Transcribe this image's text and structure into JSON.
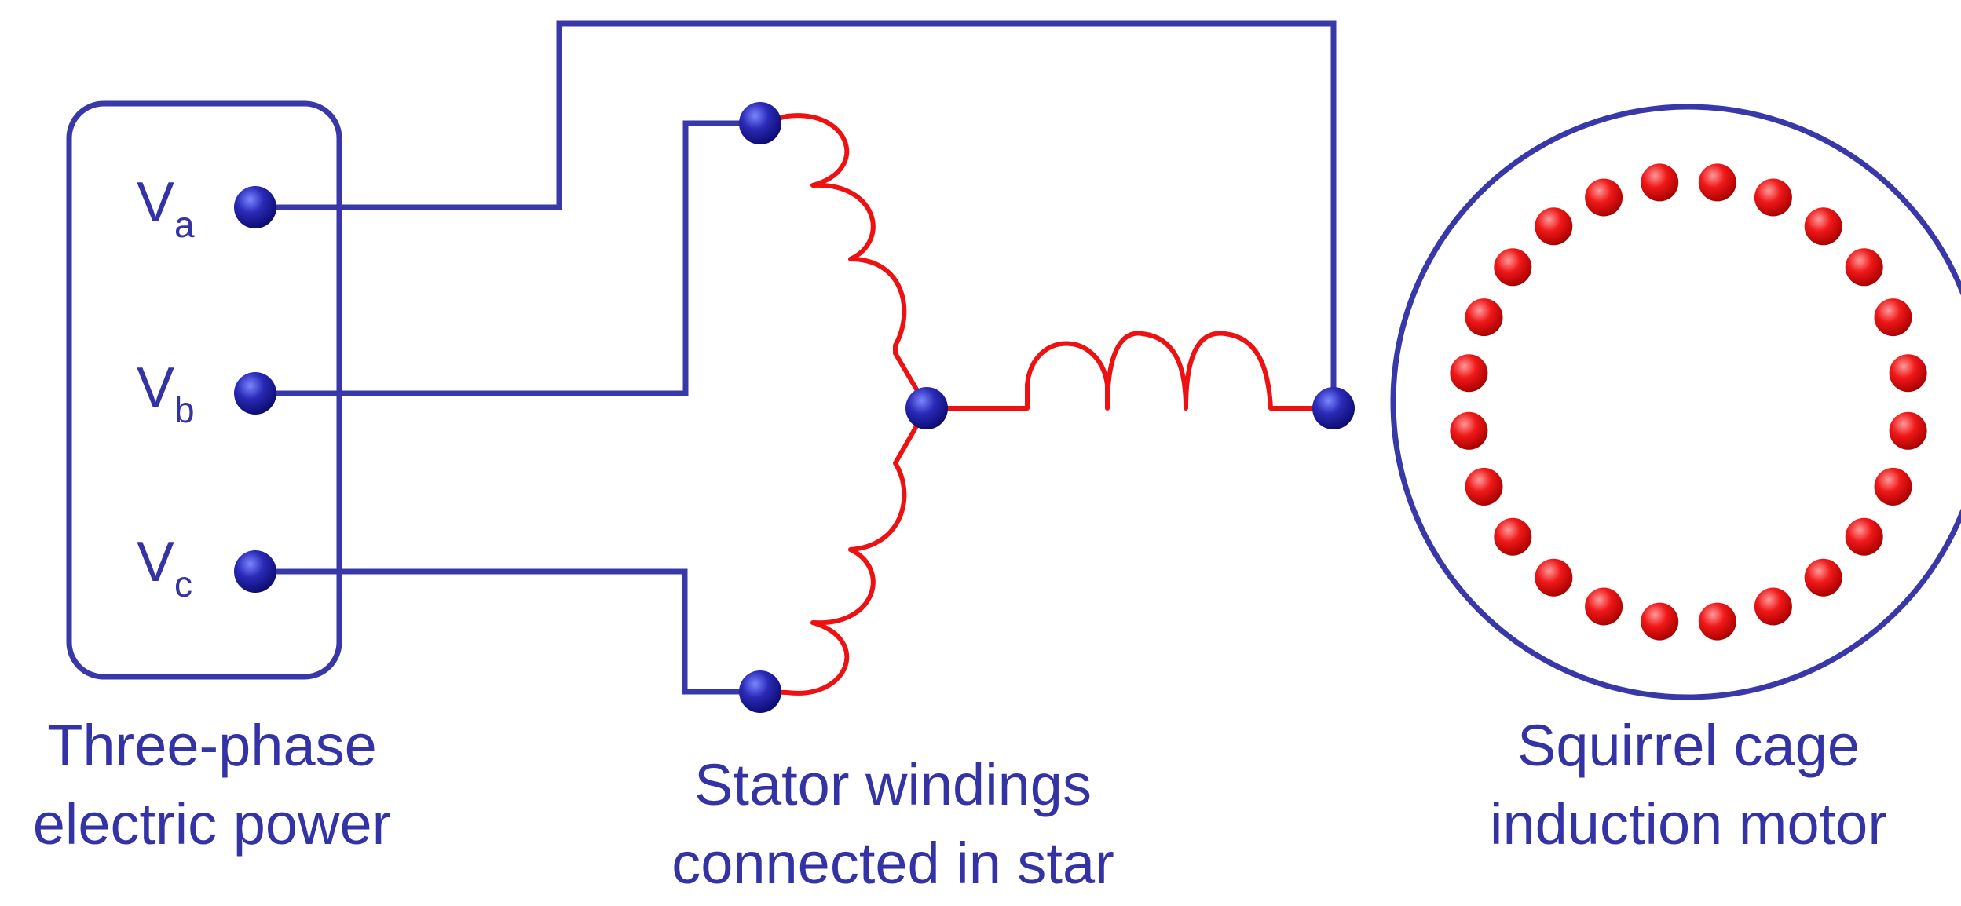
{
  "diagram": {
    "phase_labels": [
      {
        "main": "V",
        "sub": "a"
      },
      {
        "main": "V",
        "sub": "b"
      },
      {
        "main": "V",
        "sub": "c"
      }
    ],
    "captions": {
      "power": [
        "Three-phase",
        "electric power"
      ],
      "stator": [
        "Stator windings",
        "connected in star"
      ],
      "motor": [
        "Squirrel cage",
        "induction motor"
      ]
    },
    "colors": {
      "wire": "#3838a8",
      "node": "#1c1c9c",
      "coil": "#ee1111",
      "rotor_bar": "#ee1111",
      "text": "#3333a6"
    },
    "rotor_bar_count": 24
  }
}
